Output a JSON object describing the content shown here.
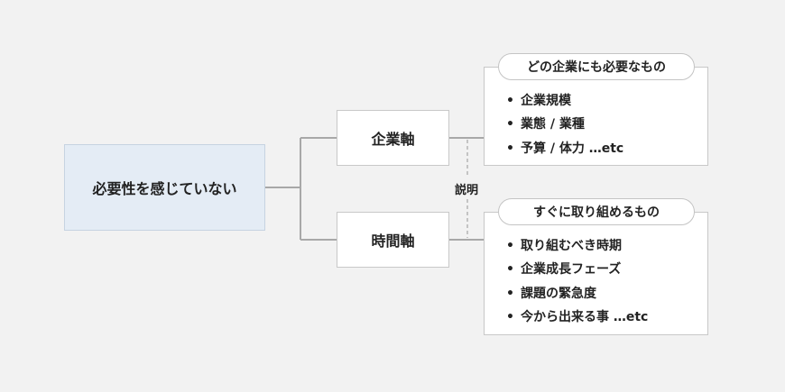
{
  "root": {
    "label": "必要性を感じていない"
  },
  "axes": [
    {
      "label": "企業軸"
    },
    {
      "label": "時間軸"
    }
  ],
  "link_label": "説明",
  "details": [
    {
      "title": "どの企業にも必要なもの",
      "items": [
        "企業規模",
        "業態 / 業種",
        "予算 / 体力 …etc"
      ]
    },
    {
      "title": "すぐに取り組めるもの",
      "items": [
        "取り組むべき時期",
        "企業成長フェーズ",
        "課題の緊急度",
        "今から出来る事 …etc"
      ]
    }
  ],
  "colors": {
    "background": "#f2f2f2",
    "root_fill": "#e4ecf5",
    "box_fill": "#ffffff",
    "line": "#a8a8a8"
  }
}
